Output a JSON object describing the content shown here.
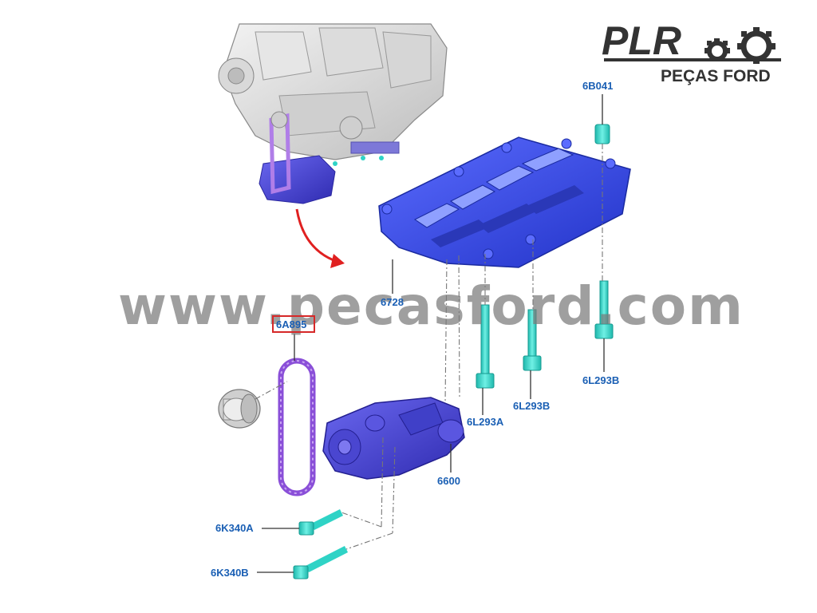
{
  "logo": {
    "brand": "PLR",
    "subtitle": "PEÇAS FORD"
  },
  "watermark": "www.pecasford.com",
  "parts": {
    "p6B041": "6B041",
    "p6728": "6728",
    "p6A895": "6A895",
    "p6L293A": "6L293A",
    "p6L293B_1": "6L293B",
    "p6L293B_2": "6L293B",
    "p6600": "6600",
    "p6K340A": "6K340A",
    "p6K340B": "6K340B"
  },
  "colors": {
    "part_blue": "#3d4fe0",
    "bolt_cyan": "#2fd3c6",
    "chain_purple": "#8a4fd8",
    "label_blue": "#1a5fb4",
    "highlight_red": "#d62828",
    "arrow_red": "#e02020"
  }
}
